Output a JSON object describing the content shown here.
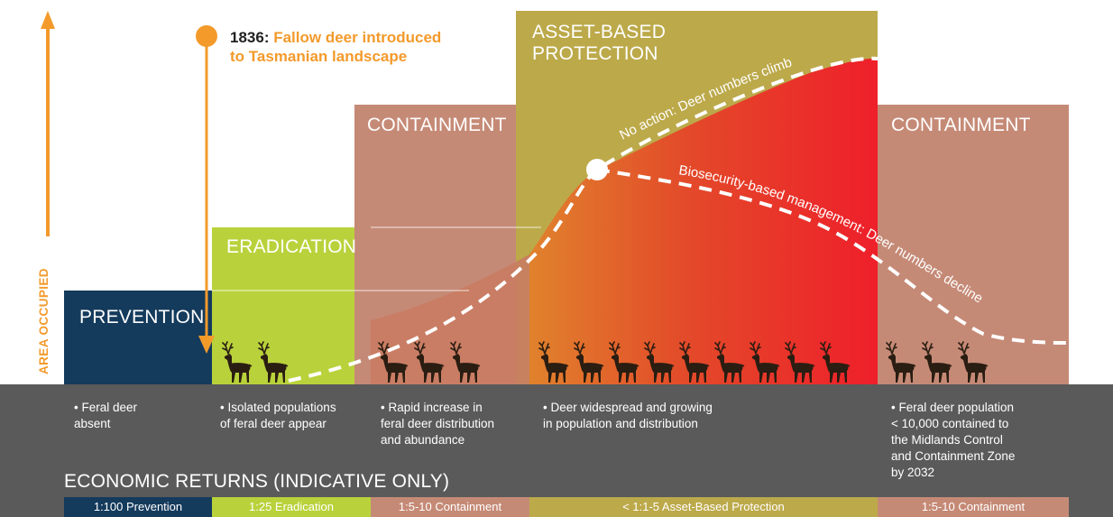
{
  "axis": {
    "y_label": "AREA OCCUPIED"
  },
  "annotation": {
    "year": "1836:",
    "line1": "Fallow deer introduced",
    "line2": "to Tasmanian landscape"
  },
  "stages": [
    {
      "key": "prevention",
      "title": "PREVENTION",
      "color": "#143a5c"
    },
    {
      "key": "eradication",
      "title": "ERADICATION",
      "color": "#b9d23b"
    },
    {
      "key": "containment1",
      "title": "CONTAINMENT",
      "color": "#c58a76"
    },
    {
      "key": "asset",
      "title": "ASSET-BASED\nPROTECTION",
      "color": "#bca94a"
    },
    {
      "key": "containment2",
      "title": "CONTAINMENT",
      "color": "#c58a76"
    }
  ],
  "curves": {
    "no_action": "No action: Deer numbers climb",
    "biosecurity": "Biosecurity-based management: Deer numbers decline"
  },
  "bullets": [
    "• Feral deer\n   absent",
    "•  Isolated populations\n    of feral deer appear",
    "• Rapid increase in\n   feral deer distribution\n   and abundance",
    "• Deer widespread and growing\n   in population and distribution",
    "• Feral deer population\n   < 10,000 contained to\n   the Midlands Control\n   and Containment Zone\n   by 2032"
  ],
  "economic": {
    "title": "ECONOMIC RETURNS (INDICATIVE ONLY)",
    "returns": [
      "1:100 Prevention",
      "1:25 Eradication",
      "1:5-10 Containment",
      "< 1:1-5 Asset-Based Protection",
      "1:5-10 Containment"
    ]
  },
  "deer_counts": [
    0,
    2,
    3,
    9,
    3
  ],
  "colors": {
    "orange": "#f39a2b",
    "dark_grey": "#5a5a5a",
    "gradient_start": "#d8782a",
    "gradient_end": "#ee1f2a",
    "curve": "#ffffff"
  }
}
